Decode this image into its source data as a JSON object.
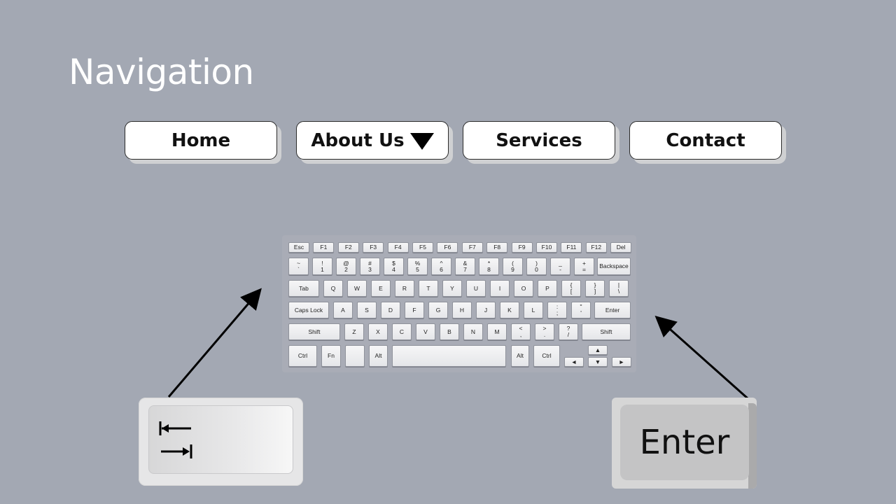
{
  "slide": {
    "title": "Navigation"
  },
  "nav": [
    {
      "label": "Home",
      "dropdown": false
    },
    {
      "label": "About Us",
      "dropdown": true
    },
    {
      "label": "Services",
      "dropdown": false
    },
    {
      "label": "Contact",
      "dropdown": false
    }
  ],
  "keyboard": {
    "row1": [
      "Esc",
      "F1",
      "F2",
      "F3",
      "F4",
      "F5",
      "F6",
      "F7",
      "F8",
      "F9",
      "F10",
      "F11",
      "F12",
      "Del"
    ],
    "row2": [
      [
        "~",
        "`"
      ],
      [
        "!",
        "1"
      ],
      [
        "@",
        "2"
      ],
      [
        "#",
        "3"
      ],
      [
        "$",
        "4"
      ],
      [
        "%",
        "5"
      ],
      [
        "^",
        "6"
      ],
      [
        "&",
        "7"
      ],
      [
        "*",
        "8"
      ],
      [
        "(",
        "9"
      ],
      [
        ")",
        "0"
      ],
      [
        "_",
        "-"
      ],
      [
        "+",
        "="
      ]
    ],
    "row2_last": "Backspace",
    "row3_first": "Tab",
    "row3": [
      "Q",
      "W",
      "E",
      "R",
      "T",
      "Y",
      "U",
      "I",
      "O",
      "P"
    ],
    "row3_sym": [
      [
        "{",
        "["
      ],
      [
        "}",
        "]"
      ],
      [
        "|",
        "\\"
      ]
    ],
    "row4_first": "Caps Lock",
    "row4": [
      "A",
      "S",
      "D",
      "F",
      "G",
      "H",
      "J",
      "K",
      "L"
    ],
    "row4_sym": [
      [
        ":",
        ";"
      ],
      [
        "\"",
        "'"
      ]
    ],
    "row4_last": "Enter",
    "row5_first": "Shift",
    "row5": [
      "Z",
      "X",
      "C",
      "V",
      "B",
      "N",
      "M"
    ],
    "row5_sym": [
      [
        "<",
        ","
      ],
      [
        ">",
        "."
      ],
      [
        "?",
        "/"
      ]
    ],
    "row5_last": "Shift",
    "row6": {
      "ctrl": "Ctrl",
      "fn": "Fn",
      "alt": "Alt",
      "alt_r": "Alt",
      "ctrl_r": "Ctrl",
      "up": "▲",
      "left": "◄",
      "down": "▼",
      "right": "►"
    }
  },
  "big_keys": {
    "enter_label": "Enter",
    "tab_icon": "tab-arrows-icon"
  }
}
